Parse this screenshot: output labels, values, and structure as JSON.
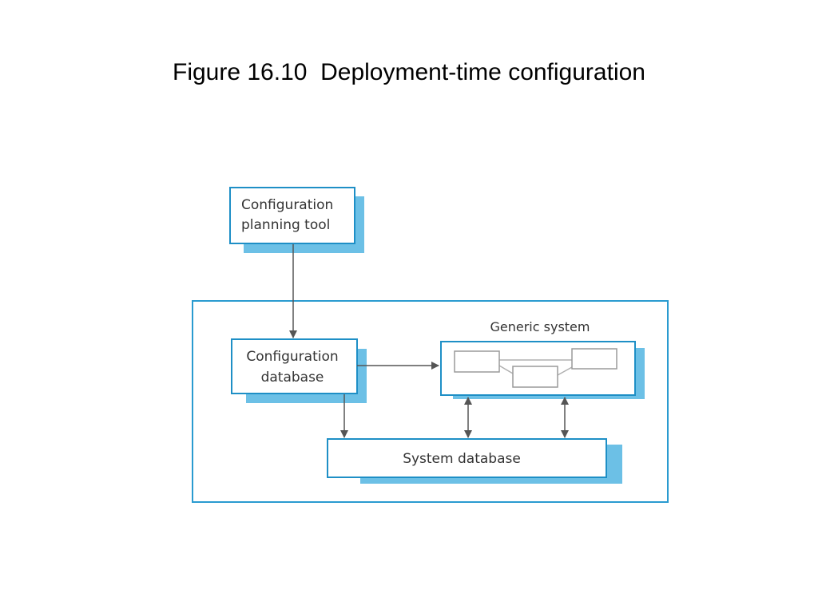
{
  "slide": {
    "title": "Figure 16.10  Deployment-time configuration"
  },
  "diagram": {
    "nodes": {
      "planning_tool": {
        "line1": "Configuration",
        "line2": "planning tool"
      },
      "config_db": {
        "line1": "Configuration",
        "line2": "database"
      },
      "generic_system": {
        "label": "Generic system"
      },
      "system_db": {
        "label": "System database"
      }
    },
    "colors": {
      "box_border": "#1e8fc6",
      "box_shadow": "#6cc0e6",
      "frame_border": "#2a9bd0",
      "arrow": "#555555",
      "component_border": "#9a9a9a",
      "text": "#333333"
    },
    "edges": [
      {
        "from": "planning_tool",
        "to": "config_db",
        "style": "one-way"
      },
      {
        "from": "config_db",
        "to": "generic_system",
        "style": "one-way"
      },
      {
        "from": "config_db",
        "to": "system_db",
        "style": "one-way"
      },
      {
        "from": "generic_system",
        "to": "system_db",
        "style": "two-way"
      },
      {
        "from": "generic_system",
        "to": "system_db",
        "style": "two-way"
      }
    ]
  }
}
